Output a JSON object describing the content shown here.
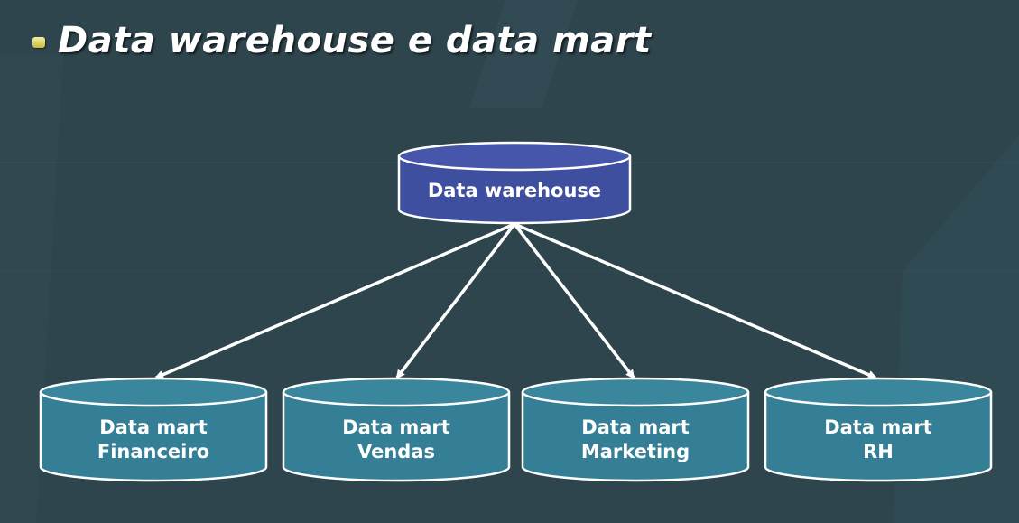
{
  "slide": {
    "title": "Data warehouse e data mart"
  },
  "diagram": {
    "warehouse": {
      "label": "Data warehouse",
      "color": "#3f4fa0"
    },
    "marts": [
      {
        "line1": "Data mart",
        "line2": "Financeiro"
      },
      {
        "line1": "Data mart",
        "line2": "Vendas"
      },
      {
        "line1": "Data mart",
        "line2": "Marketing"
      },
      {
        "line1": "Data mart",
        "line2": "RH"
      }
    ],
    "mart_color": "#347f95",
    "arrow_color": "#ffffff"
  }
}
